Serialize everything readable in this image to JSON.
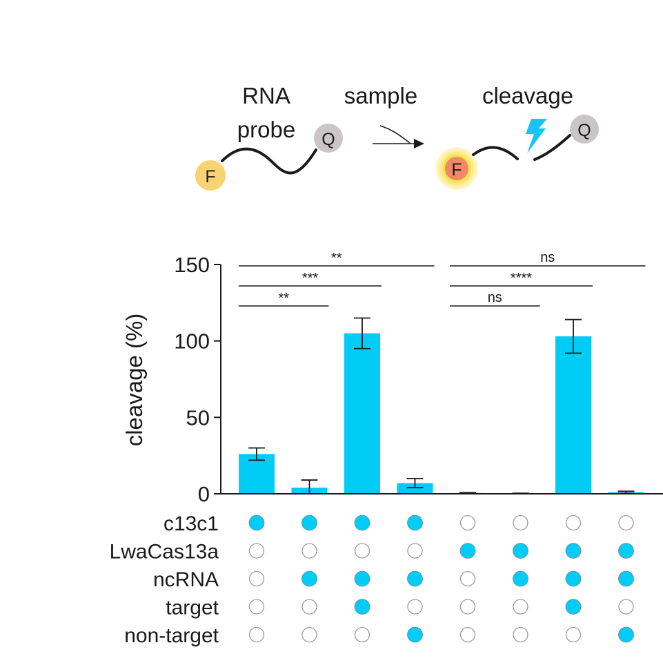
{
  "schematic": {
    "probe_label_1": "RNA",
    "probe_label_2": "probe",
    "sample_label": "sample",
    "cleavage_label": "cleavage",
    "fluorophore": "F",
    "quencher": "Q",
    "colors": {
      "fluorophore": "#f6d472",
      "fluorophore_glow": "#f7e44a",
      "fluorophore_active": "#ef8866",
      "quencher": "#cbc5c8",
      "bolt": "#16c5f4"
    }
  },
  "chart_data": {
    "type": "bar",
    "ylabel": "cleavage (%)",
    "ylim": [
      0,
      150
    ],
    "yticks": [
      0,
      50,
      100,
      150
    ],
    "bar_color": "#00ccf5",
    "n_conditions": 8,
    "values": [
      26,
      4,
      105,
      7,
      0.5,
      0.2,
      103,
      1
    ],
    "errors": [
      4,
      5,
      10,
      3,
      0.3,
      0.2,
      11,
      0.7
    ],
    "significance": [
      {
        "from": 0,
        "to": 1,
        "label": "**"
      },
      {
        "from": 0,
        "to": 2,
        "label": "***"
      },
      {
        "from": 0,
        "to": 3,
        "label": "**"
      },
      {
        "from": 4,
        "to": 5,
        "label": "ns"
      },
      {
        "from": 4,
        "to": 6,
        "label": "****"
      },
      {
        "from": 4,
        "to": 7,
        "label": "ns"
      }
    ],
    "conditions": [
      {
        "label": "c13c1",
        "present": [
          1,
          1,
          1,
          1,
          0,
          0,
          0,
          0
        ]
      },
      {
        "label": "LwaCas13a",
        "present": [
          0,
          0,
          0,
          0,
          1,
          1,
          1,
          1
        ]
      },
      {
        "label": "ncRNA",
        "present": [
          0,
          1,
          1,
          1,
          0,
          1,
          1,
          1
        ]
      },
      {
        "label": "target",
        "present": [
          0,
          0,
          1,
          0,
          0,
          0,
          1,
          0
        ]
      },
      {
        "label": "non-target",
        "present": [
          0,
          0,
          0,
          1,
          0,
          0,
          0,
          1
        ]
      }
    ],
    "filled_color": "#00ccf5",
    "empty_stroke": "#9a9a9a"
  }
}
